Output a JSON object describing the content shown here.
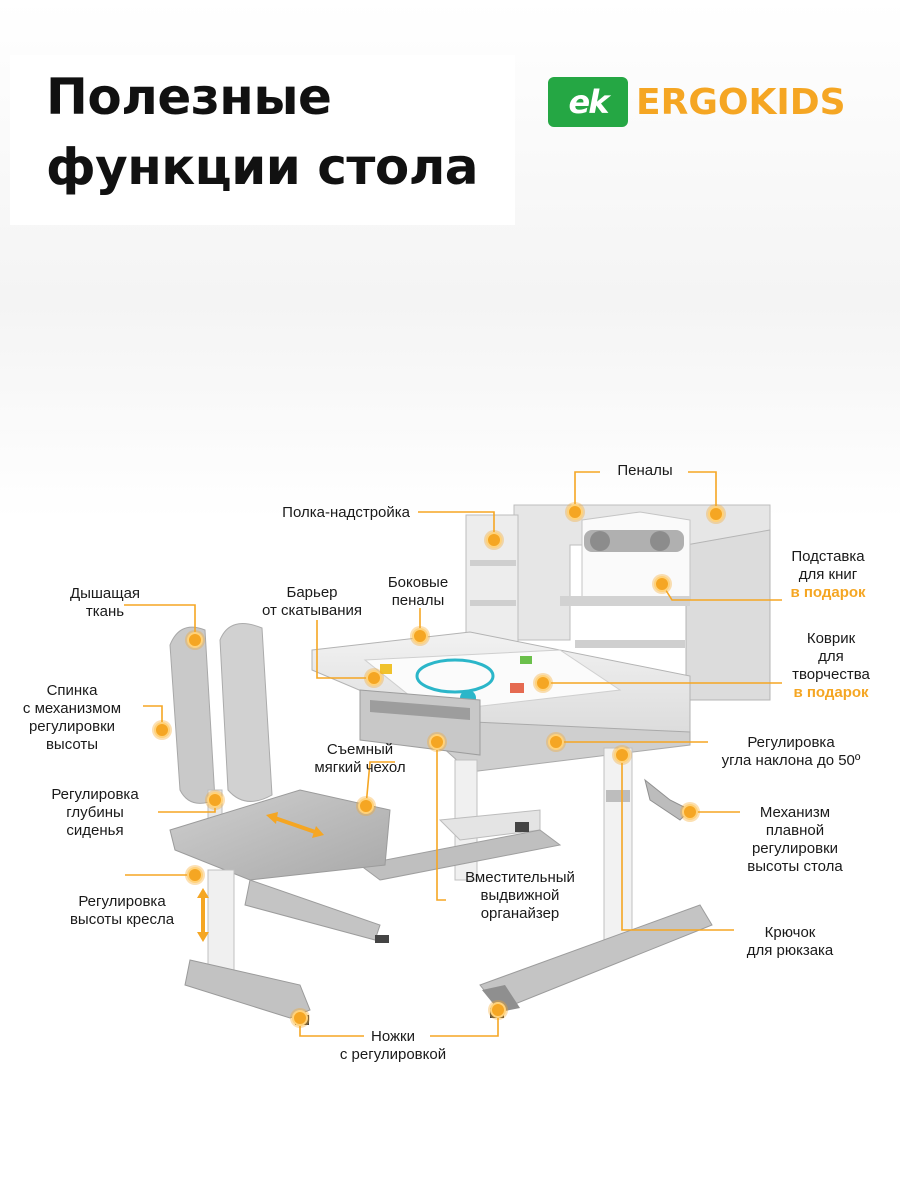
{
  "header": {
    "title_line1": "Полезные",
    "title_line2": "функции стола"
  },
  "logo": {
    "badge": "ek",
    "word": "ERGOKIDS",
    "badge_color": "#25a744",
    "word_color": "#f5a623"
  },
  "colors": {
    "accent": "#f5a623",
    "furniture_light": "#e9e9e9",
    "furniture_mid": "#c9c9c9",
    "furniture_dark": "#9a9a9a",
    "text": "#1a1a1a"
  },
  "labels": {
    "penaly": [
      "Пеналы"
    ],
    "polka": [
      "Полка-надстройка"
    ],
    "podstavka": [
      "Подставка",
      "для книг"
    ],
    "podstavka_gift": "в подарок",
    "dyshashchaya": [
      "Дышащая",
      "ткань"
    ],
    "barer": [
      "Барьер",
      "от скатывания"
    ],
    "bokovye": [
      "Боковые",
      "пеналы"
    ],
    "kovrik": [
      "Коврик",
      "для",
      "творчества"
    ],
    "kovrik_gift": "в подарок",
    "spinka": [
      "Спинка",
      "с механизмом",
      "регулировки",
      "высоты"
    ],
    "chekhol": [
      "Съемный",
      "мягкий чехол"
    ],
    "naklon": [
      "Регулировка",
      "угла наклона до 50º"
    ],
    "glubina": [
      "Регулировка",
      "глубины",
      "сиденья"
    ],
    "mekhanizm": [
      "Механизм",
      "плавной",
      "регулировки",
      "высоты стола"
    ],
    "vysota_kresla": [
      "Регулировка",
      "высоты кресла"
    ],
    "organizer": [
      "Вместительный",
      "выдвижной",
      "органайзер"
    ],
    "kryuchok": [
      "Крючок",
      "для рюкзака"
    ],
    "nozhki": [
      "Ножки",
      "с регулировкой"
    ]
  }
}
